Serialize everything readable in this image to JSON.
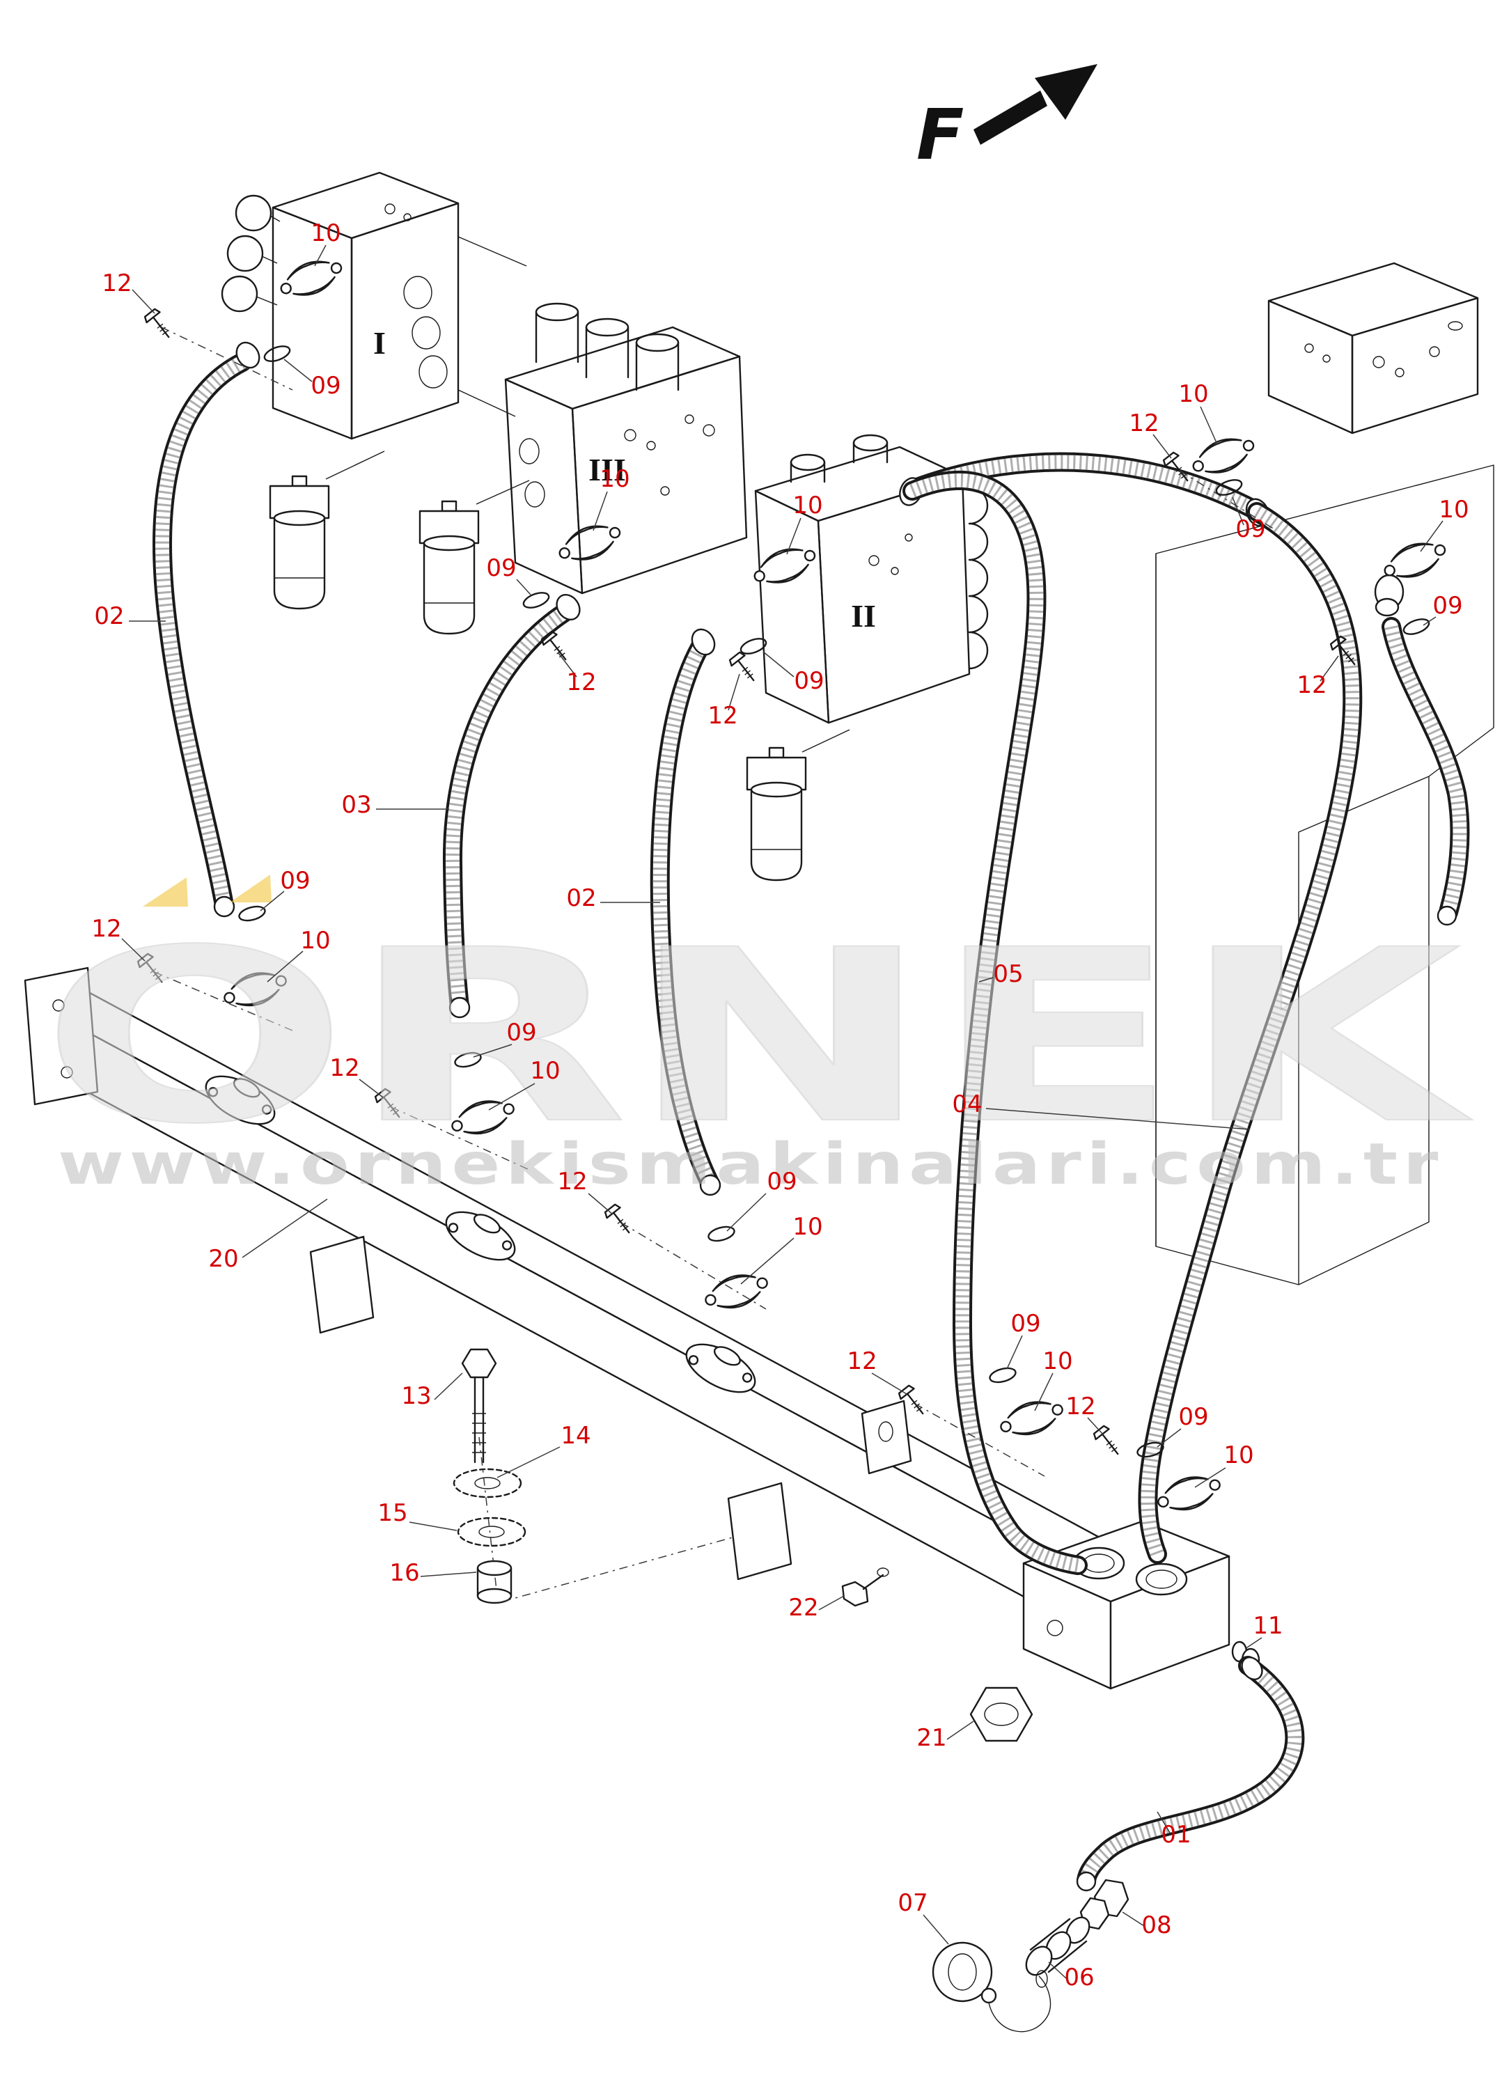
{
  "figure": {
    "direction_label": "F",
    "callout_color": "#d40000",
    "line_color": "#1a1a1a",
    "watermark": {
      "title": "ORNEK",
      "url": "www.ornekismakinalari.com.tr",
      "accent_color": "#f0c12e"
    }
  },
  "section_marks": [
    {
      "label": "I"
    },
    {
      "label": "III"
    },
    {
      "label": "II"
    }
  ],
  "callouts": [
    {
      "part": "12"
    },
    {
      "part": "10"
    },
    {
      "part": "09"
    },
    {
      "part": "02"
    },
    {
      "part": "10"
    },
    {
      "part": "09"
    },
    {
      "part": "12"
    },
    {
      "part": "10"
    },
    {
      "part": "09"
    },
    {
      "part": "12"
    },
    {
      "part": "03"
    },
    {
      "part": "02"
    },
    {
      "part": "05"
    },
    {
      "part": "04"
    },
    {
      "part": "12"
    },
    {
      "part": "10"
    },
    {
      "part": "09"
    },
    {
      "part": "10"
    },
    {
      "part": "09"
    },
    {
      "part": "12"
    },
    {
      "part": "09"
    },
    {
      "part": "12"
    },
    {
      "part": "10"
    },
    {
      "part": "09"
    },
    {
      "part": "12"
    },
    {
      "part": "10"
    },
    {
      "part": "12"
    },
    {
      "part": "09"
    },
    {
      "part": "10"
    },
    {
      "part": "20"
    },
    {
      "part": "09"
    },
    {
      "part": "12"
    },
    {
      "part": "10"
    },
    {
      "part": "12"
    },
    {
      "part": "09"
    },
    {
      "part": "10"
    },
    {
      "part": "13"
    },
    {
      "part": "14"
    },
    {
      "part": "15"
    },
    {
      "part": "16"
    },
    {
      "part": "22"
    },
    {
      "part": "21"
    },
    {
      "part": "11"
    },
    {
      "part": "01"
    },
    {
      "part": "07"
    },
    {
      "part": "06"
    },
    {
      "part": "08"
    }
  ]
}
